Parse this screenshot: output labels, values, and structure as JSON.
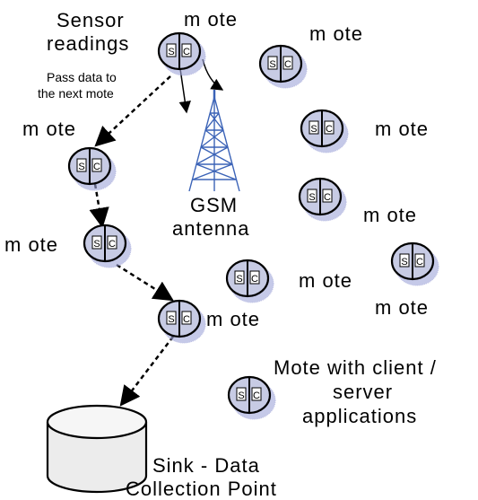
{
  "labels": {
    "sensor_readings": [
      "Sensor",
      "readings"
    ],
    "pass_data": [
      "Pass data to",
      "the next mote"
    ],
    "gsm_antenna": [
      "GSM",
      "antenna"
    ],
    "mote": "m ote",
    "mote_with_apps": [
      "Mote with client /",
      "server",
      "applications"
    ],
    "sink": [
      "Sink - Data",
      "Collection Point"
    ]
  },
  "mote_letters": [
    "S",
    "C"
  ],
  "colors": {
    "mote_fill": "#c7cbe4",
    "mote_shadow": "#9fa6d9",
    "antenna": "#3b63b7",
    "sink_fill": "#ececec",
    "arrow": "#000000"
  }
}
